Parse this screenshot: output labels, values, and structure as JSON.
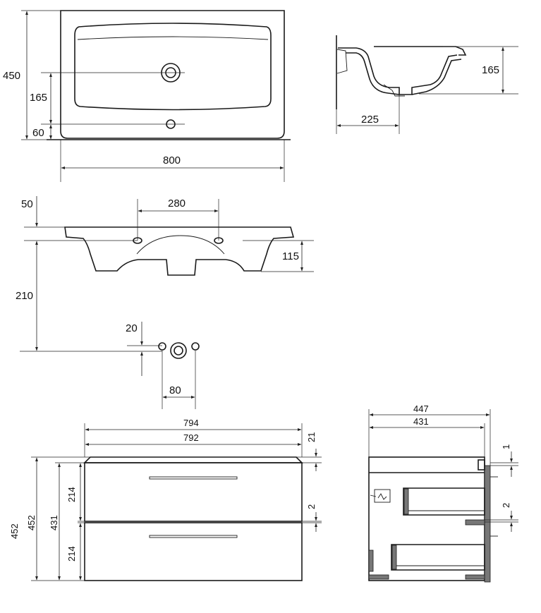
{
  "top_view": {
    "width": "800",
    "depth": "450",
    "tap_offset": "165",
    "overflow_offset": "60"
  },
  "side_view": {
    "bowl_depth": "165",
    "drain_offset": "225"
  },
  "front_section": {
    "tap_spacing": "280",
    "rim_height": "50",
    "bowl_height": "115",
    "drain_height": "210"
  },
  "tap_detail": {
    "offset": "20",
    "spacing": "80"
  },
  "cabinet_front": {
    "outer_width": "794",
    "inner_width": "792",
    "top_gap": "21",
    "height_left_outer": "452",
    "height_left_inner": "452",
    "body_height": "431",
    "drawer_upper": "214",
    "drawer_lower": "214",
    "drawer_gap": "2"
  },
  "cabinet_side": {
    "outer_width": "447",
    "inner_width": "431",
    "top_gap": "1",
    "mid_gap": "2"
  }
}
